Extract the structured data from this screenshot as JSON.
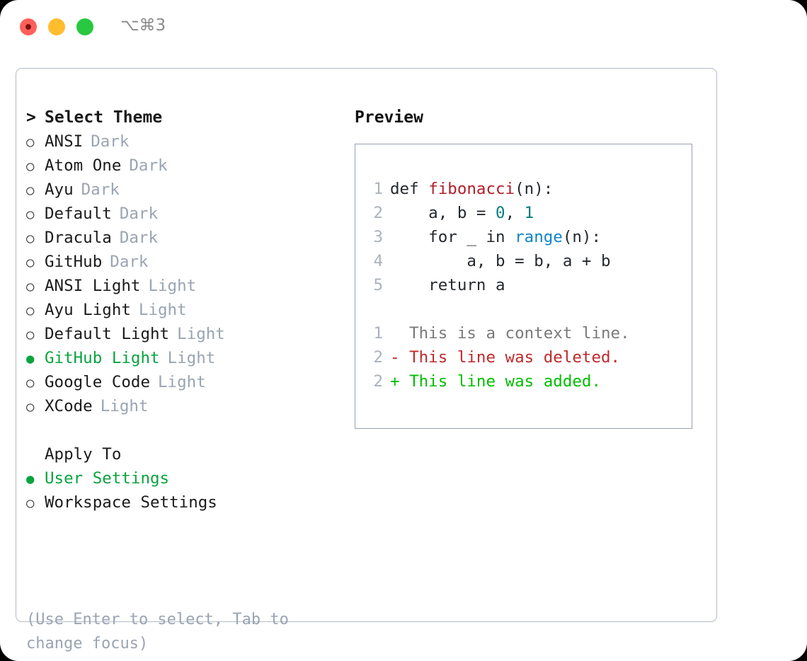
{
  "window": {
    "shortcut": "⌥⌘3",
    "traffic_lights": [
      {
        "name": "close",
        "color": "#ff6059"
      },
      {
        "name": "minimize",
        "color": "#ffbd2e"
      },
      {
        "name": "maximize",
        "color": "#28c840"
      }
    ]
  },
  "colors": {
    "selected_green": "#0aa33f",
    "muted": "#9aa4b2",
    "panel_border": "#b3bcc8",
    "preview_border": "#97a0b0",
    "diff_added": "#00be00",
    "diff_deleted": "#c0292b",
    "syntax_function": "#b31d28",
    "syntax_number": "#007d7d",
    "syntax_call": "#1184c8"
  },
  "theme_picker": {
    "header": "Select Theme",
    "header_marker": ">",
    "items": [
      {
        "marker": "○",
        "name": "ANSI",
        "kind": "Dark",
        "selected": false
      },
      {
        "marker": "○",
        "name": "Atom One",
        "kind": "Dark",
        "selected": false
      },
      {
        "marker": "○",
        "name": "Ayu",
        "kind": "Dark",
        "selected": false
      },
      {
        "marker": "○",
        "name": "Default",
        "kind": "Dark",
        "selected": false
      },
      {
        "marker": "○",
        "name": "Dracula",
        "kind": "Dark",
        "selected": false
      },
      {
        "marker": "○",
        "name": "GitHub",
        "kind": "Dark",
        "selected": false
      },
      {
        "marker": "○",
        "name": "ANSI Light",
        "kind": "Light",
        "selected": false
      },
      {
        "marker": "○",
        "name": "Ayu Light",
        "kind": "Light",
        "selected": false
      },
      {
        "marker": "○",
        "name": "Default Light",
        "kind": "Light",
        "selected": false
      },
      {
        "marker": "●",
        "name": "GitHub Light",
        "kind": "Light",
        "selected": true
      },
      {
        "marker": "○",
        "name": "Google Code",
        "kind": "Light",
        "selected": false
      },
      {
        "marker": "○",
        "name": "XCode",
        "kind": "Light",
        "selected": false
      }
    ]
  },
  "apply_to": {
    "header": "Apply To",
    "items": [
      {
        "marker": "●",
        "name": "User Settings",
        "selected": true
      },
      {
        "marker": "○",
        "name": "Workspace Settings",
        "selected": false
      }
    ]
  },
  "help_text": "(Use Enter to select, Tab to change focus)",
  "preview": {
    "title": "Preview",
    "code_lines": [
      {
        "num": "1",
        "tokens": [
          {
            "text": "def ",
            "style": "plain"
          },
          {
            "text": "fibonacci",
            "style": "fn"
          },
          {
            "text": "(n):",
            "style": "plain"
          }
        ]
      },
      {
        "num": "2",
        "tokens": [
          {
            "text": "    a, b = ",
            "style": "plain"
          },
          {
            "text": "0",
            "style": "num"
          },
          {
            "text": ", ",
            "style": "plain"
          },
          {
            "text": "1",
            "style": "num"
          }
        ]
      },
      {
        "num": "3",
        "tokens": [
          {
            "text": "    for _ in ",
            "style": "plain"
          },
          {
            "text": "range",
            "style": "call"
          },
          {
            "text": "(n):",
            "style": "plain"
          }
        ]
      },
      {
        "num": "4",
        "tokens": [
          {
            "text": "        a, b = b, a + b",
            "style": "plain"
          }
        ]
      },
      {
        "num": "5",
        "tokens": [
          {
            "text": "    return a",
            "style": "plain"
          }
        ]
      }
    ],
    "diff_lines": [
      {
        "num": "1",
        "marker": " ",
        "text": " This is a context line.",
        "style": "ctx"
      },
      {
        "num": "2",
        "marker": "-",
        "text": " This line was deleted.",
        "style": "del"
      },
      {
        "num": "2",
        "marker": "+",
        "text": " This line was added.",
        "style": "add"
      }
    ]
  }
}
